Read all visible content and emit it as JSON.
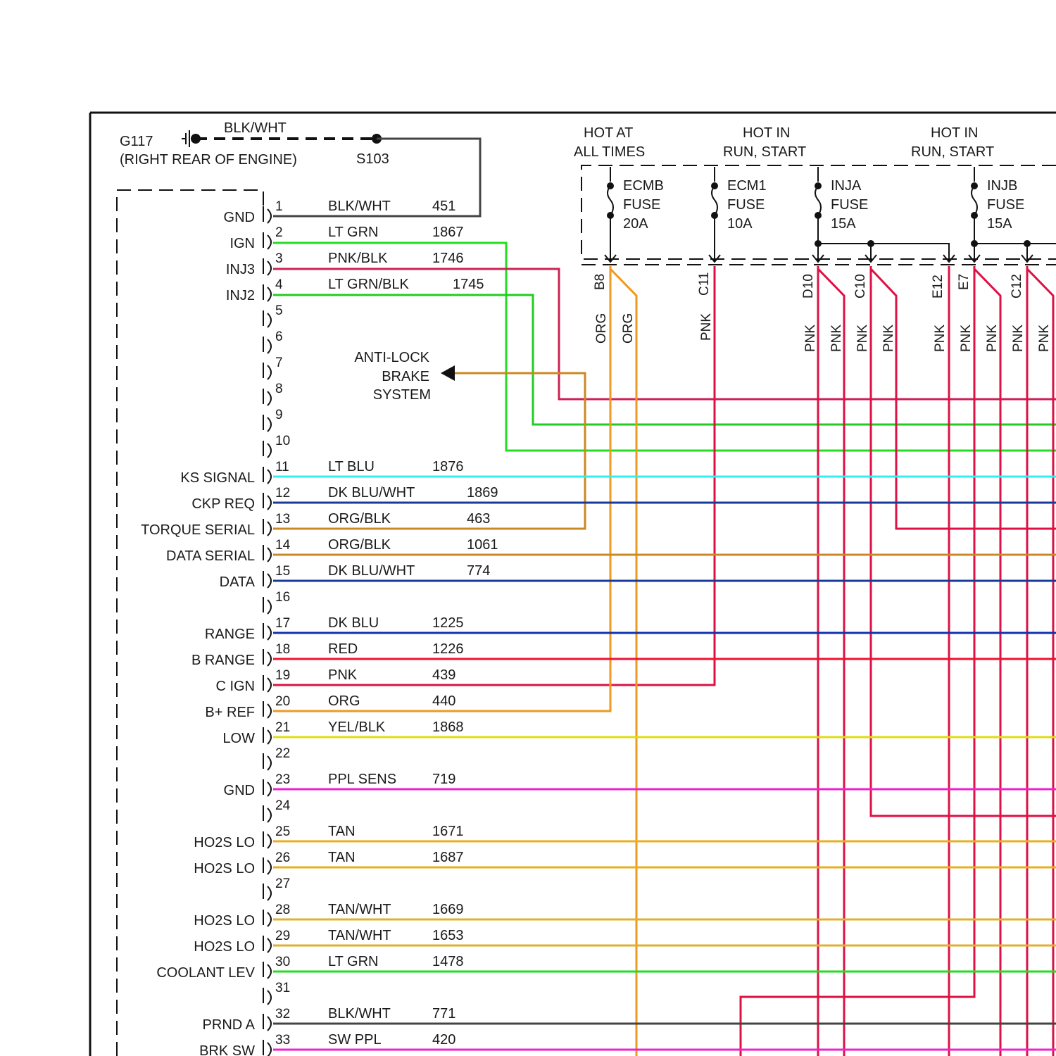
{
  "ground": {
    "id": "G117",
    "location": "(RIGHT REAR OF ENGINE)",
    "wire": "BLK/WHT",
    "splice": "S103"
  },
  "fuses": [
    {
      "hot": [
        "HOT AT",
        "ALL TIMES"
      ],
      "name": "ECMB",
      "word": "FUSE",
      "rating": "20A"
    },
    {
      "hot": [
        "",
        ""
      ],
      "name": "ECM1",
      "word": "FUSE",
      "rating": "10A"
    },
    {
      "hot": [
        "HOT IN",
        "RUN, START"
      ],
      "name": "INJA",
      "word": "FUSE",
      "rating": "15A"
    },
    {
      "hot": [
        "HOT IN",
        "RUN, START"
      ],
      "name": "INJB",
      "word": "FUSE",
      "rating": "15A"
    }
  ],
  "terminals": [
    {
      "id": "B8",
      "wires": [
        "ORG",
        "ORG"
      ]
    },
    {
      "id": "C11",
      "wires": [
        "PNK"
      ]
    },
    {
      "id": "D10",
      "wires": [
        "PNK",
        "PNK"
      ]
    },
    {
      "id": "C10",
      "wires": [
        "PNK",
        "PNK"
      ]
    },
    {
      "id": "E12",
      "wires": [
        "PNK"
      ]
    },
    {
      "id": "E7",
      "wires": [
        "PNK"
      ]
    },
    {
      "id": "C12",
      "wires": [
        "PNK",
        "PNK"
      ]
    }
  ],
  "abs_label": [
    "ANTI-LOCK",
    "BRAKE",
    "SYSTEM"
  ],
  "pins": [
    {
      "num": "1",
      "label": "GND",
      "color": "BLK/WHT",
      "circuit": "451",
      "hex": "#444444"
    },
    {
      "num": "2",
      "label": "IGN",
      "color": "LT GRN",
      "circuit": "1867",
      "hex": "#22dd22"
    },
    {
      "num": "3",
      "label": "INJ3",
      "color": "PNK/BLK",
      "circuit": "1746",
      "hex": "#cc2255"
    },
    {
      "num": "4",
      "label": "INJ2",
      "color": "LT GRN/BLK",
      "circuit": "1745",
      "hex": "#22cc22"
    },
    {
      "num": "5",
      "label": "",
      "color": "",
      "circuit": "",
      "hex": ""
    },
    {
      "num": "6",
      "label": "",
      "color": "",
      "circuit": "",
      "hex": ""
    },
    {
      "num": "7",
      "label": "",
      "color": "",
      "circuit": "",
      "hex": ""
    },
    {
      "num": "8",
      "label": "",
      "color": "",
      "circuit": "",
      "hex": ""
    },
    {
      "num": "9",
      "label": "",
      "color": "",
      "circuit": "",
      "hex": ""
    },
    {
      "num": "10",
      "label": "",
      "color": "",
      "circuit": "",
      "hex": ""
    },
    {
      "num": "11",
      "label": "KS SIGNAL",
      "color": "LT BLU",
      "circuit": "1876",
      "hex": "#33eeee"
    },
    {
      "num": "12",
      "label": "CKP REQ",
      "color": "DK BLU/WHT",
      "circuit": "1869",
      "hex": "#1a3a99"
    },
    {
      "num": "13",
      "label": "TORQUE SERIAL",
      "color": "ORG/BLK",
      "circuit": "463",
      "hex": "#cc8822"
    },
    {
      "num": "14",
      "label": "DATA SERIAL",
      "color": "ORG/BLK",
      "circuit": "1061",
      "hex": "#cc8822"
    },
    {
      "num": "15",
      "label": "DATA",
      "color": "DK BLU/WHT",
      "circuit": "774",
      "hex": "#1a3a99"
    },
    {
      "num": "16",
      "label": "",
      "color": "",
      "circuit": "",
      "hex": ""
    },
    {
      "num": "17",
      "label": "RANGE",
      "color": "DK BLU",
      "circuit": "1225",
      "hex": "#1133aa"
    },
    {
      "num": "18",
      "label": "B RANGE",
      "color": "RED",
      "circuit": "1226",
      "hex": "#ee1133"
    },
    {
      "num": "19",
      "label": "C IGN",
      "color": "PNK",
      "circuit": "439",
      "hex": "#dd1144"
    },
    {
      "num": "20",
      "label": "B+ REF",
      "color": "ORG",
      "circuit": "440",
      "hex": "#ee9922"
    },
    {
      "num": "21",
      "label": "LOW",
      "color": "YEL/BLK",
      "circuit": "1868",
      "hex": "#dddd11"
    },
    {
      "num": "22",
      "label": "",
      "color": "",
      "circuit": "",
      "hex": ""
    },
    {
      "num": "23",
      "label": "GND",
      "color": "PPL SENS",
      "circuit": "719",
      "hex": "#ee22cc"
    },
    {
      "num": "24",
      "label": "",
      "color": "",
      "circuit": "",
      "hex": ""
    },
    {
      "num": "25",
      "label": "HO2S LO",
      "color": "TAN",
      "circuit": "1671",
      "hex": "#e8b020"
    },
    {
      "num": "26",
      "label": "HO2S LO",
      "color": "TAN",
      "circuit": "1687",
      "hex": "#e8b020"
    },
    {
      "num": "27",
      "label": "",
      "color": "",
      "circuit": "",
      "hex": ""
    },
    {
      "num": "28",
      "label": "HO2S LO",
      "color": "TAN/WHT",
      "circuit": "1669",
      "hex": "#e0b030"
    },
    {
      "num": "29",
      "label": "HO2S LO",
      "color": "TAN/WHT",
      "circuit": "1653",
      "hex": "#e0b030"
    },
    {
      "num": "30",
      "label": "COOLANT LEV",
      "color": "LT GRN",
      "circuit": "1478",
      "hex": "#22dd22"
    },
    {
      "num": "31",
      "label": "",
      "color": "",
      "circuit": "",
      "hex": ""
    },
    {
      "num": "32",
      "label": "PRND A",
      "color": "BLK/WHT",
      "circuit": "771",
      "hex": "#444444"
    },
    {
      "num": "33",
      "label": "BRK SW",
      "color": "SW PPL",
      "circuit": "420",
      "hex": "#ee22cc"
    }
  ]
}
